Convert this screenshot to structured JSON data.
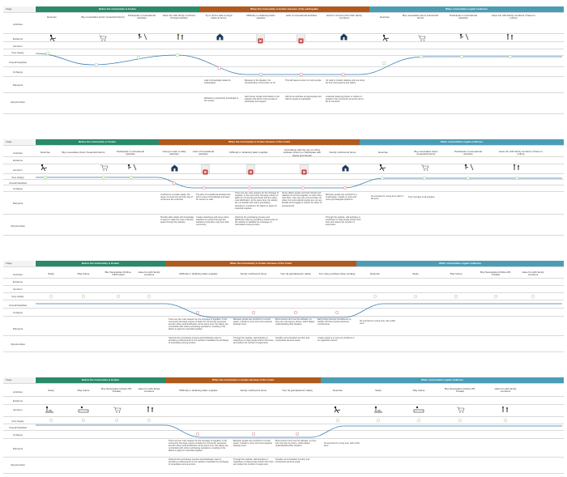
{
  "colors": {
    "phase_before": "#2a8a6a",
    "phase_during": "#b05a1d",
    "phase_after": "#4a9db5",
    "curve": "#3b7fb7",
    "x_mark": "#c0332f",
    "face_happy": "#7cbf6b",
    "face_sad": "#d9534f"
  },
  "row_labels": {
    "stage": "Stage",
    "activities": "Activities",
    "evidence": "Evidence",
    "emotion": "Emotion",
    "very_happy": "Very Happy",
    "overall_satisfied": "Overall Satisfied",
    "unhappy": "Unhappy",
    "painpoint": "Painpoint",
    "opportunities": "Opportunities"
  },
  "panels": [
    {
      "phases": [
        "Before the Community is broken",
        "When the Community is broken because of the earthquake",
        "When communities regain resilience"
      ],
      "activities": [
        "Exercise",
        "Buy necessities (food, household items)",
        "Participate in recreational activities",
        "Have fun with family members through website",
        "Try to find a safe enough place at home",
        "Difficulty in obtaining basic supplies",
        "Lack of recreational activities",
        "Hard to connect with other family members",
        "Exercise",
        "Buy necessities (food, household items)",
        "Participate in recreational activities",
        "Have fun with family members (Travel or online)"
      ],
      "painpoints": [
        "Lack of knowledge related to earthquakes",
        "Because of the disaster, the transportation of food was cut off",
        "This will cause tension for most people",
        "It's hard to contact relatives who are living far from their parents and elders"
      ],
      "opportunities": [
        "Websites to popularize knowledge to the society",
        "Add rescue contact information to the website and call for more people to participate and support",
        "Add some activities as appropriate and call for people to participate",
        "A website featuring photos or videos of people in the community at events and a list of members"
      ]
    },
    {
      "phases": [
        "Before the Community is broken",
        "When the Community is broken because of the Covid",
        "When communities regain resilience"
      ],
      "activities": [
        "Exercise",
        "Buy necessities (food, household items)",
        "Participate in recreational activities",
        "Going to work or daily activities",
        "Lack of recreational activities",
        "Difficulty in obtaining basic supplies",
        "Uncertainty with the use of online software (Zoom) to Participate with family and friends",
        "Family confined at home",
        "Exercise",
        "Buy necessities (food, household items)",
        "Participate in recreational activities",
        "Have fun with family members (Travel or online)"
      ],
      "painpoints": [
        "Confined to a certain space, the range of movement and the way of movement are restricted",
        "The lack of recreational activities has led to a loss of knowledge and ways for seniors to relax",
        "There are two main reasons for the shortage of supplies: in the community the large volume of tasks for community personnel and the urban-rural distribution; at the same time, the elderly are not familiar with online purchasing operations, resulting in the failure to apply for essential supplies",
        "Some elderly people and their friends and relatives do not live together, so when they miss them, they can only communicate via video, but some elderly people are not very familiar and struggle to reduce the effect of interpersonal",
        "Because people are confined to a small space, it leads to more and more psychological problems",
        "No exercise for a long time, lack of life level",
        "Poor increase of all supplies"
      ],
      "opportunities": [
        "Provide older adults with knowledge of ways to make the most of leisure space through the website",
        "Create workshops and some online activities for seniors through the website to help them stay from their community",
        "Optimize the purchasing process and distribution plan by providing a shared area on the website to facilitate the exchange of necessities among seniors",
        "Through the website, add activities or workshops to help people stretch their lives and reduce the number of arguments"
      ]
    },
    {
      "phases": [
        "Before the Community is broken",
        "When the Community is broken because of the Covid",
        "When communities regain resilience"
      ],
      "activities": [
        "Study",
        "Play Game",
        "Buy Necessities (Online-Off-Private)",
        "Have fun with family members",
        "Difficulty in obtaining basic supplies",
        "Family confined at home",
        "Your tai grandparents' safety",
        "Too many positives when working",
        "Exercise",
        "Study",
        "Play Game",
        "Buy Necessities (Online-Off-Private)",
        "Have fun with family members"
      ],
      "painpoints": [
        "There are two main reasons for the shortage of supplies: in the community the large volume of tasks for community personnel and the urban-rural distribution; at the same time, the elderly are not familiar with online purchasing operations, resulting in the failure to apply for essential supplies",
        "Because people are confined to a small space, it leads to more and more quarrels between them",
        "Most seniors can't use the software, so they can only stay by phone, which delays understanding their situation",
        "Early things become troublesome to handle, and the process becomes cumbersome",
        "No exercise for a long time, has a little level"
      ],
      "opportunities": [
        "Optimize the purchasing process and distribution plan by providing a shared area on the website to facilitate the exchange of necessities among seniors",
        "Through the website, add activities or workshops to help people stretch their lives and reduce the number of arguments",
        "Simplify communication function and incorporate services easily",
        "Create systems or user-out problems in an organized manner"
      ]
    },
    {
      "phases": [
        "Before the Community is broken",
        "When the Community is broken because of the Covid",
        "When communities regain resilience"
      ],
      "activities": [
        "Study",
        "Play Game",
        "Buy Necessities (Online-Off-Private)",
        "Have fun with family members",
        "Difficulty in obtaining basic supplies",
        "Family confined at home",
        "Your tai grandparents' safety",
        "Exercise",
        "Study",
        "Play Game",
        "Buy Necessities (Online-Off-Private)",
        "Have fun with family members"
      ],
      "painpoints": [
        "There are two main reasons for the shortage of supplies: in the community the large volume of tasks for community personnel and the urban-rural distribution; at the same time, the elderly are not familiar with online purchasing operations, resulting in the failure to apply for essential supplies",
        "Because people are confined to a small space, it leads to more and more quarrels between them",
        "Most seniors can't use the software, so they can only stay by phone, which delays understanding their situation",
        "No exercise for a long time, lack of life level"
      ],
      "opportunities": [
        "Optimize the purchasing process and distribution plan by providing a shared area on the website to facilitate the exchange of necessities among seniors",
        "Through the website, add activities or workshops to help people stretch their lives and reduce the number of arguments",
        "Simplify communication function and incorporate services easily"
      ]
    }
  ]
}
